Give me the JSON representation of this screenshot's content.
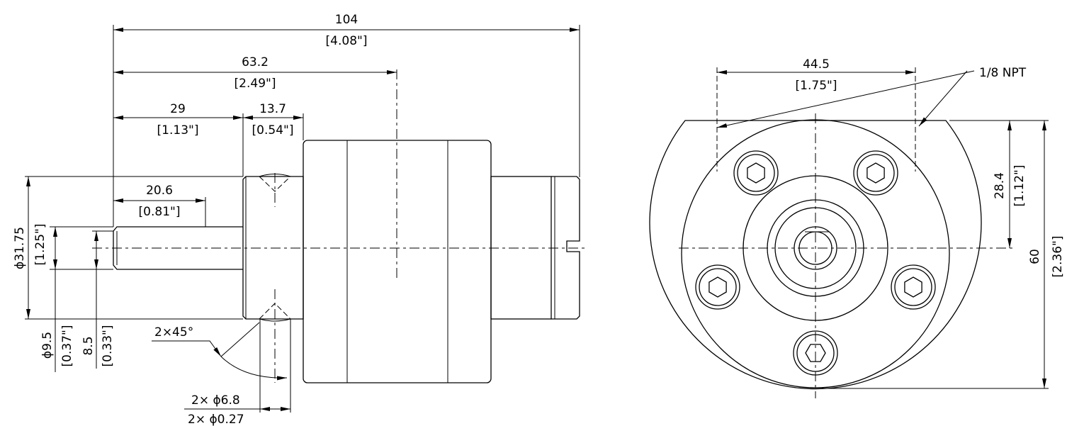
{
  "side_view": {
    "overall_length": {
      "mm": "104",
      "in": "[4.08\"]"
    },
    "center_length": {
      "mm": "63.2",
      "in": "[2.49\"]"
    },
    "shaft_to_flange": {
      "mm": "29",
      "in": "[1.13\"]"
    },
    "flange_width": {
      "mm": "13.7",
      "in": "[0.54\"]"
    },
    "key_length": {
      "mm": "20.6",
      "in": "[0.81\"]"
    },
    "flange_diameter": {
      "mm": "ϕ31.75",
      "in": "[1.25\"]"
    },
    "shaft_diameter": {
      "mm": "ϕ9.5",
      "in": "[0.37\"]"
    },
    "flat_height": {
      "mm": "8.5",
      "in": "[0.33\"]"
    },
    "chamfer": "2×45°",
    "hole": {
      "mm": "2×  ϕ6.8",
      "in": "2×  ϕ0.27"
    }
  },
  "front_view": {
    "port_spacing": {
      "mm": "44.5",
      "in": "[1.75\"]"
    },
    "port_label": "1/8 NPT",
    "center_height": {
      "mm": "28.4",
      "in": "[1.12\"]"
    },
    "overall_height": {
      "mm": "60",
      "in": "[2.36\"]"
    }
  }
}
